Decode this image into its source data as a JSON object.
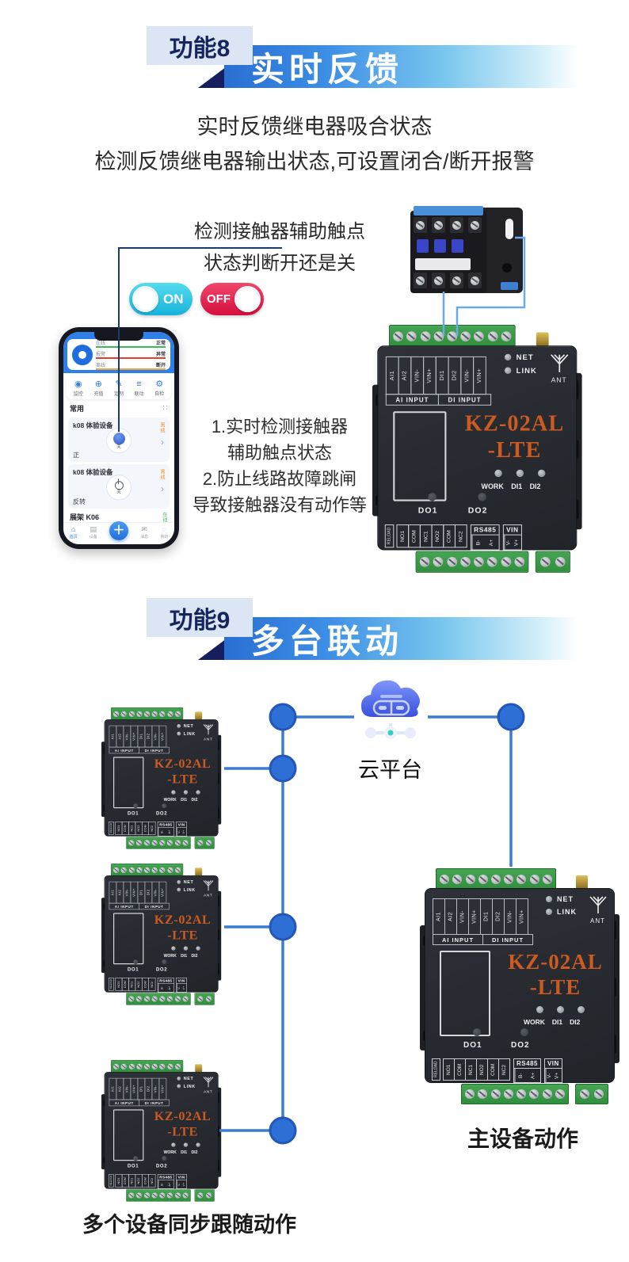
{
  "sections": {
    "f8": {
      "badge": "功能8",
      "title": "实时反馈",
      "desc_line1": "实时反馈继电器吸合状态",
      "desc_line2": "检测反馈继电器输出状态,可设置闭合/断开报警",
      "callout_line1": "检测接触器辅助触点",
      "callout_line2": "状态判断开还是关",
      "toggle_on": "ON",
      "toggle_off": "OFF",
      "notes_line1": "1.实时检测接触器",
      "notes_line2": "辅助触点状态",
      "notes_line3": "2.防止线路故障跳闸",
      "notes_line4": "导致接触器没有动作等"
    },
    "f9": {
      "badge": "功能9",
      "title": "多台联动",
      "cloud_label": "云平台",
      "main_device_label": "主设备动作",
      "follow_label": "多个设备同步跟随动作"
    }
  },
  "phone": {
    "stats": [
      {
        "label": "在线",
        "value": "正常"
      },
      {
        "label": "报警",
        "value": "异常"
      },
      {
        "label": "离线",
        "value": "断开"
      }
    ],
    "menu": [
      {
        "label": "监控"
      },
      {
        "label": "充值"
      },
      {
        "label": "定制"
      },
      {
        "label": "联动"
      },
      {
        "label": "自检"
      }
    ],
    "section_title": "常用",
    "cards": [
      {
        "title": "k08 体验设备",
        "badge": "离线",
        "state": "关",
        "footer": "正"
      },
      {
        "title": "k08 体验设备",
        "badge": "离线",
        "state": "关",
        "footer": "反转"
      }
    ],
    "row_last": {
      "title": "展架 K06",
      "badge": "在线"
    },
    "nav": [
      {
        "label": "首页"
      },
      {
        "label": "设备"
      },
      {
        "label": "＋"
      },
      {
        "label": "消息"
      },
      {
        "label": "我的"
      }
    ]
  },
  "device": {
    "model_line1": "KZ-02AL",
    "model_line2": "-LTE",
    "io_labels": [
      "AI1",
      "AI2",
      "VIN-",
      "VIN+",
      "DI1",
      "DI2",
      "VIN-",
      "VIN+"
    ],
    "io_group1": "AI INPUT",
    "io_group2": "DI INPUT",
    "led_net": "NET",
    "led_link": "LINK",
    "ant": "ANT",
    "led_work": "WORK",
    "led_di1": "DI1",
    "led_di2": "DI2",
    "out1": "DO1",
    "out2": "DO2",
    "reload": "RELOAD",
    "relay_labels": [
      "NO1",
      "COM",
      "NC1",
      "NO2",
      "COM",
      "NC2"
    ],
    "rs485": "RS485",
    "rs485_b": "B-",
    "rs485_a": "A+",
    "vin": "VIN",
    "vin_minus": "V-",
    "vin_plus": "V+"
  },
  "colors": {
    "banner_blue": "#2a6fd2",
    "banner_navy": "#161f5e",
    "link_line_blue": "#3a7bd8",
    "node_dot_blue": "#2e6fd6",
    "wire_blue": "#6aaae8",
    "connector_navy": "#1d3a70",
    "toggle_on_cyan": "#17b2da",
    "toggle_off_red": "#d50f3f",
    "device_text_orange": "#cc5a21",
    "terminal_green": "#2f8f3c",
    "phone_header_blue": "#2e7fe8"
  }
}
